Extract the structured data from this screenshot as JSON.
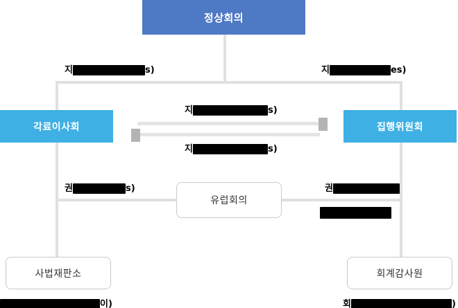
{
  "diagram": {
    "type": "organization-chart",
    "title_visible": false,
    "colors": {
      "summit_box": "#4e79c4",
      "council_box": "#3fb0e4",
      "plain_box": "#ffffff",
      "box_border": "#c9c9c9",
      "connector": "#e0e0e0",
      "arrow_head": "#b3b3b3",
      "redaction": "#000000",
      "text_on_blue": "#ffffff",
      "text_on_white": "#333333"
    },
    "nodes": {
      "summit": {
        "label": "정상회의",
        "style": "summit"
      },
      "council_of_ministers": {
        "label": "각료이사회",
        "style": "council"
      },
      "executive_committee": {
        "label": "집행위원회",
        "style": "council"
      },
      "european_assembly": {
        "label": "유럽회의",
        "style": "plain"
      },
      "court_of_justice": {
        "label": "사법재판소",
        "style": "plain"
      },
      "court_of_auditors": {
        "label": "회계감사원",
        "style": "plain"
      }
    },
    "edge_labels": {
      "summit_left": {
        "prefix": "지",
        "redacted": true,
        "suffix": "s)"
      },
      "summit_right": {
        "prefix": "지",
        "redacted": true,
        "suffix": "es)"
      },
      "mid_top": {
        "prefix": "지",
        "redacted": true,
        "suffix": "s)"
      },
      "mid_bottom": {
        "prefix": "지",
        "redacted": true,
        "suffix": "s)"
      },
      "lower_left": {
        "prefix": "권",
        "redacted": true,
        "suffix": "s)"
      },
      "lower_right_upper": {
        "prefix": "권",
        "redacted": true,
        "suffix": ""
      },
      "lower_right_lower": {
        "prefix": "",
        "redacted": true,
        "suffix": ""
      }
    },
    "captions": {
      "court_of_justice": {
        "prefix": "",
        "redacted": true,
        "suffix": "이)"
      },
      "court_of_auditors": {
        "prefix": "회",
        "redacted": true,
        "suffix": ")"
      }
    }
  }
}
